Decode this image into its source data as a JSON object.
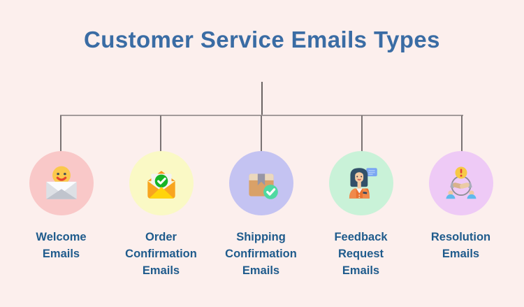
{
  "title": "Customer Service Emails Types",
  "colors": {
    "background": "#FCEFED",
    "title_text": "#3A6CA4",
    "label_text": "#1F5B8C",
    "connector_line": "#8E8686"
  },
  "branches": [
    {
      "label": "Welcome\nEmails",
      "icon": "welcome-envelope-smiley-icon",
      "circle_color": "#F9C8C8"
    },
    {
      "label": "Order\nConfirmation\nEmails",
      "icon": "order-confirmation-envelope-check-icon",
      "circle_color": "#FAF9C5"
    },
    {
      "label": "Shipping\nConfirmation\nEmails",
      "icon": "shipping-box-check-icon",
      "circle_color": "#C4C3F2"
    },
    {
      "label": "Feedback\nRequest\nEmails",
      "icon": "feedback-agent-speech-bubble-icon",
      "circle_color": "#C9F2D8"
    },
    {
      "label": "Resolution\nEmails",
      "icon": "resolution-handshake-alert-icon",
      "circle_color": "#EECAF6"
    }
  ]
}
